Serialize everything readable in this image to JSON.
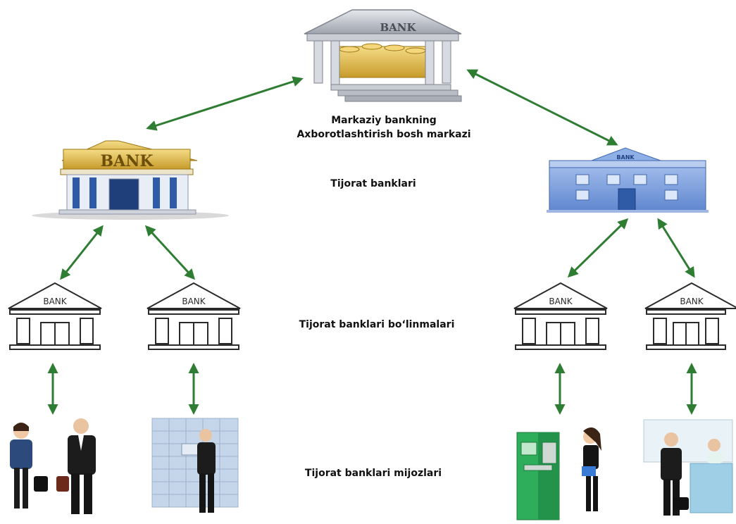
{
  "labels": {
    "central_line1": "Markaziy bankning",
    "central_line2": "Axborotlashtirish bosh markazi",
    "commercial_banks": "Tijorat banklari",
    "branches": "Tijorat banklari bo‘linmalari",
    "clients": "Tijorat banklari mijozlari"
  },
  "signs": {
    "central": "BANK",
    "commercial_left": "BANK",
    "commercial_right": "BANK",
    "branch": "BANK"
  },
  "colors": {
    "arrow": "#2e7d32",
    "central_bank": "#b8bcc4",
    "gold": "#d4a017",
    "commercial_left_roof": "#e8c56a",
    "commercial_right": "#6e95d8",
    "branch_outline": "#2b2b2b",
    "atm": "#2eae5a"
  },
  "icons": {
    "central": "central-bank-icon",
    "commercial": "bank-building-icon",
    "branch": "bank-branch-icon",
    "clients": [
      "business-people-icon",
      "safe-deposit-icon",
      "atm-user-icon",
      "bank-teller-icon"
    ]
  }
}
